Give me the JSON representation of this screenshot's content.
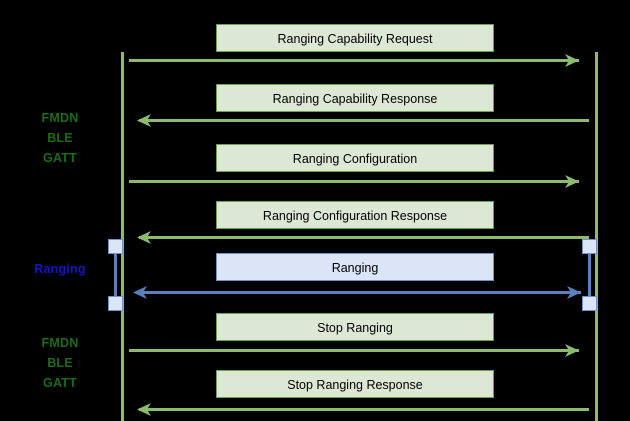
{
  "diagram": {
    "kind": "uml-sequence-diagram",
    "background_color": "#000000",
    "colors": {
      "lifeline_green": "#8cba6e",
      "arrow_green": "#8cba6e",
      "arrow_blue": "#5b80bd",
      "box_green_fill": "#dde8d4",
      "box_green_border": "#6e9e55",
      "box_blue_fill": "#dbe5f7",
      "box_blue_border": "#6f93c4",
      "label_green": "#1b6b19",
      "label_blue": "#1414c8",
      "text_black": "#000000"
    }
  },
  "phases": [
    {
      "id": "phase-top",
      "label": "FMDN\nBLE\nGATT",
      "color": "green"
    },
    {
      "id": "phase-middle",
      "label": "Ranging",
      "color": "blue"
    },
    {
      "id": "phase-bottom",
      "label": "FMDN\nBLE\nGATT",
      "color": "green"
    }
  ],
  "lifelines": [
    {
      "id": "lifeline-left",
      "side": "left"
    },
    {
      "id": "lifeline-right",
      "side": "right"
    }
  ],
  "messages": [
    {
      "label": "Ranging Capability Request",
      "direction": "right",
      "style": "green"
    },
    {
      "label": "Ranging Capability Response",
      "direction": "left",
      "style": "green"
    },
    {
      "label": "Ranging Configuration",
      "direction": "right",
      "style": "green"
    },
    {
      "label": "Ranging Configuration Response",
      "direction": "left",
      "style": "green"
    },
    {
      "label": "Ranging",
      "direction": "bidirectional",
      "style": "blue"
    },
    {
      "label": "Stop Ranging",
      "direction": "right",
      "style": "green"
    },
    {
      "label": "Stop Ranging Response",
      "direction": "left",
      "style": "green"
    }
  ]
}
